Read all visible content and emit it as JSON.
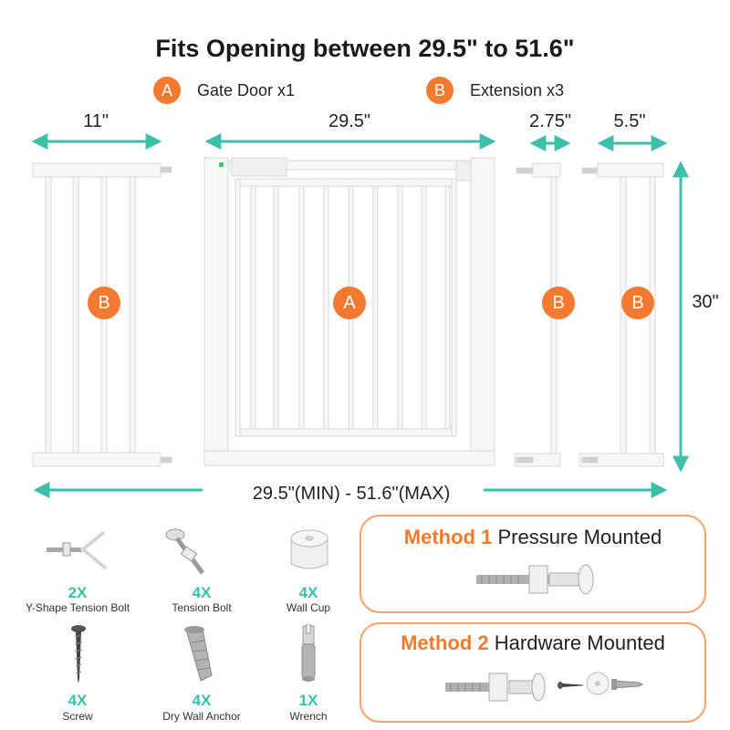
{
  "title": "Fits Opening between 29.5\" to 51.6\"",
  "legend": [
    {
      "badge": "A",
      "text": "Gate Door x1"
    },
    {
      "badge": "B",
      "text": "Extension x3"
    }
  ],
  "dimensions": {
    "ext_large_width": "11\"",
    "gate_width": "29.5\"",
    "ext_small_width": "2.75\"",
    "ext_medium_width": "5.5\"",
    "height": "30\"",
    "total_range": "29.5\"(MIN) - 51.6\"(MAX)"
  },
  "part_marks": {
    "gate": "A",
    "extension": "B"
  },
  "accessories": [
    {
      "count": "2X",
      "label": "Y-Shape Tension Bolt",
      "icon": "y-shape-tension-bolt-icon"
    },
    {
      "count": "4X",
      "label": "Tension Bolt",
      "icon": "tension-bolt-icon"
    },
    {
      "count": "4X",
      "label": "Wall Cup",
      "icon": "wall-cup-icon"
    },
    {
      "count": "4X",
      "label": "Screw",
      "icon": "screw-icon"
    },
    {
      "count": "4X",
      "label": "Dry Wall Anchor",
      "icon": "dry-wall-anchor-icon"
    },
    {
      "count": "1X",
      "label": "Wrench",
      "icon": "wrench-icon"
    }
  ],
  "methods": [
    {
      "number": "Method 1",
      "name": "Pressure Mounted"
    },
    {
      "number": "Method 2",
      "name": "Hardware Mounted"
    }
  ],
  "colors": {
    "accent_orange": "#f37a2e",
    "accent_teal": "#3dbfa8",
    "box_border": "#f5a26a",
    "frame_white": "#f7f7f7"
  }
}
